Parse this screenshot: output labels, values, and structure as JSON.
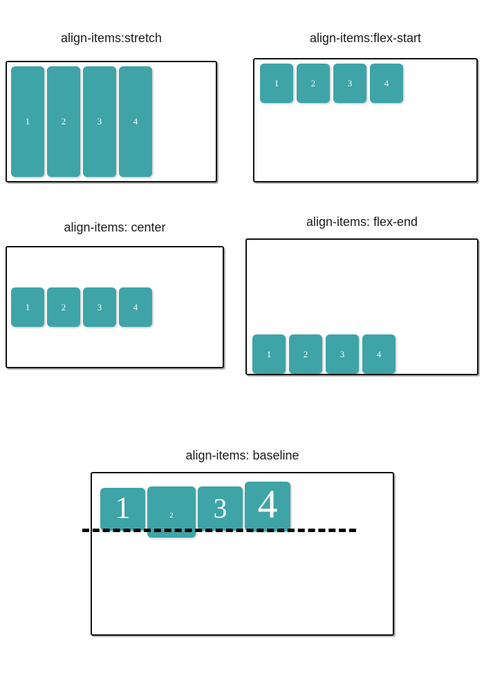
{
  "page": {
    "topic": "CSS flexbox align-items demonstration",
    "accent_color": "#3ea4a7",
    "border_color": "#111111",
    "label_color": "#ffffff",
    "background": "#ffffff"
  },
  "panels": [
    {
      "id": "stretch",
      "caption": "align-items:stretch",
      "align_items": "stretch",
      "items": [
        {
          "label": "1"
        },
        {
          "label": "2"
        },
        {
          "label": "3"
        },
        {
          "label": "4"
        }
      ]
    },
    {
      "id": "flex-start",
      "caption": "align-items:flex-start",
      "align_items": "flex-start",
      "items": [
        {
          "label": "1"
        },
        {
          "label": "2"
        },
        {
          "label": "3"
        },
        {
          "label": "4"
        }
      ]
    },
    {
      "id": "center",
      "caption": "align-items: center",
      "align_items": "center",
      "items": [
        {
          "label": "1"
        },
        {
          "label": "2"
        },
        {
          "label": "3"
        },
        {
          "label": "4"
        }
      ]
    },
    {
      "id": "flex-end",
      "caption": "align-items: flex-end",
      "align_items": "flex-end",
      "items": [
        {
          "label": "1"
        },
        {
          "label": "2"
        },
        {
          "label": "3"
        },
        {
          "label": "4"
        }
      ]
    },
    {
      "id": "baseline",
      "caption": "align-items: baseline",
      "align_items": "baseline",
      "has_baseline_rule": true,
      "items": [
        {
          "label": "1"
        },
        {
          "label": "2"
        },
        {
          "label": "3"
        },
        {
          "label": "4"
        }
      ]
    }
  ]
}
